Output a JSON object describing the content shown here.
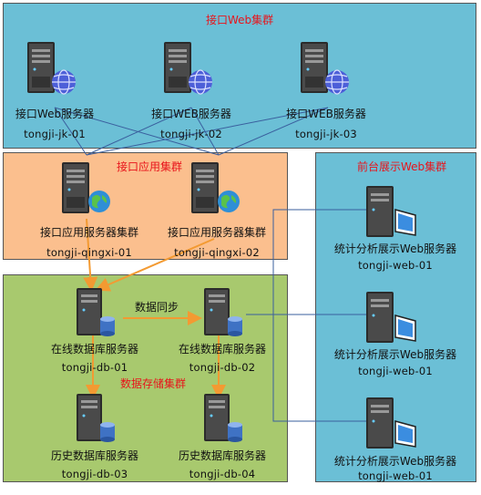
{
  "clusters": {
    "web": {
      "title": "接口Web集群",
      "color": "#6bbfd6"
    },
    "app": {
      "title": "接口应用集群",
      "color": "#fbbf8e"
    },
    "storage": {
      "title": "数据存储集群",
      "color": "#a8c96e"
    },
    "front": {
      "title": "前台展示Web集群",
      "color": "#6bbfd6"
    }
  },
  "nodes": {
    "jk01": {
      "label": "接口Web服务器",
      "host": "tongji-jk-01"
    },
    "jk02": {
      "label": "接口WEB服务器",
      "host": "tongji-jk-02"
    },
    "jk03": {
      "label": "接口WEB服务器",
      "host": "tongji-jk-03"
    },
    "qx01": {
      "label": "接口应用服务器集群",
      "host": "tongji-qingxi-01"
    },
    "qx02": {
      "label": "接口应用服务器集群",
      "host": "tongji-qingxi-02"
    },
    "db01": {
      "label": "在线数据库服务器",
      "host": "tongji-db-01"
    },
    "db02": {
      "label": "在线数据库服务器",
      "host": "tongji-db-02"
    },
    "db03": {
      "label": "历史数据库服务器",
      "host": "tongji-db-03"
    },
    "db04": {
      "label": "历史数据库服务器",
      "host": "tongji-db-04"
    },
    "web01a": {
      "label": "统计分析展示Web服务器",
      "host": "tongji-web-01"
    },
    "web01b": {
      "label": "统计分析展示Web服务器",
      "host": "tongji-web-01"
    },
    "web01c": {
      "label": "统计分析展示Web服务器",
      "host": "tongji-web-01"
    }
  },
  "edges": {
    "sync_label": "数据同步"
  },
  "colors": {
    "arrow": "#f39a32",
    "line": "#3a5f9e",
    "title": "#e8141b"
  },
  "icons": {
    "web_server": "server-globe-icon",
    "app_server": "server-earth-icon",
    "db_server": "server-database-icon",
    "display_server": "server-monitor-icon"
  }
}
